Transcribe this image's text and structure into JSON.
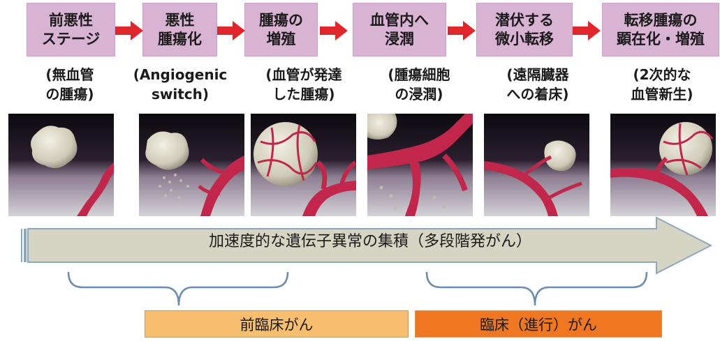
{
  "stages": [
    {
      "line1": "前悪性",
      "line2": "ステージ",
      "desc1": "(無血管",
      "desc2": "の腫瘍)"
    },
    {
      "line1": "悪性",
      "line2": "腫瘍化",
      "desc1": "(Angiogenic",
      "desc2": "switch)"
    },
    {
      "line1": "腫瘍の",
      "line2": "増殖",
      "desc1": "(血管が発達",
      "desc2": "した腫瘍)"
    },
    {
      "line1": "血管内へ",
      "line2": "浸潤",
      "desc1": "(腫瘍細胞",
      "desc2": "の浸潤)"
    },
    {
      "line1": "潜伏する",
      "line2": "微小転移",
      "desc1": "(遠隔臓器",
      "desc2": "への着床)"
    },
    {
      "line1": "転移腫瘍の",
      "line2": "顕在化・増殖",
      "desc1": "(2次的な",
      "desc2": "血管新生)"
    }
  ],
  "arrow_label": "加速度的な遺伝子異常の集積（多段階発がん）",
  "phase_left": "前臨床がん",
  "phase_right": "臨床（進行）がん",
  "colors": {
    "stage_box": "#d9b3d4",
    "connector_arrow": "#e0262b",
    "big_arrow_fill": "#d6d4c2",
    "phase_left_fill": "#f6be6e",
    "phase_right_fill": "#ef7722",
    "bracket": "#6a8cae",
    "tumor": "#d8d5c6",
    "vessel": "#c2264a"
  }
}
